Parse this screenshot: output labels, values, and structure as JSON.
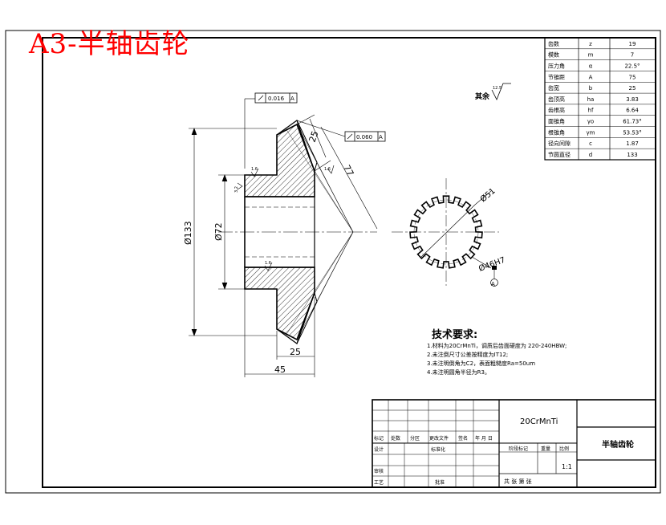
{
  "title": "A3-半轴齿轮",
  "params_table": [
    {
      "name": "齿数",
      "symbol": "z",
      "value": "19"
    },
    {
      "name": "模数",
      "symbol": "m",
      "value": "7"
    },
    {
      "name": "压力角",
      "symbol": "α",
      "value": "22.5°"
    },
    {
      "name": "节锥距",
      "symbol": "A",
      "value": "75"
    },
    {
      "name": "齿宽",
      "symbol": "b",
      "value": "25"
    },
    {
      "name": "齿顶高",
      "symbol": "ha",
      "value": "3.83"
    },
    {
      "name": "齿根高",
      "symbol": "hf",
      "value": "6.64"
    },
    {
      "name": "面锥角",
      "symbol": "γo",
      "value": "61.73°"
    },
    {
      "name": "根锥角",
      "symbol": "γm",
      "value": "53.53°"
    },
    {
      "name": "径向间隙",
      "symbol": "c",
      "value": "1.87"
    },
    {
      "name": "节圆直径",
      "symbol": "d",
      "value": "133"
    }
  ],
  "roughness_note": {
    "label": "其余",
    "value": "12.5"
  },
  "tolerances": {
    "runout_1": "0.016",
    "runout_1_ref": "A",
    "runout_2": "0.060",
    "runout_2_ref": "A"
  },
  "dimensions": {
    "d133": "Ø133",
    "d72": "Ø72",
    "d25_width": "25",
    "d45": "45",
    "face_25": "25",
    "cone_77": "77",
    "spline_d51": "Ø51",
    "spline_d46": "Ø46H7",
    "datum": "A",
    "roughness_small_1": "1.6",
    "roughness_small_2": "3.2",
    "roughness_small_3": "1.6",
    "roughness_small_4": "1.6"
  },
  "requirements": {
    "heading": "技术要求:",
    "items": [
      "1.材料为20CrMnTi，调质后齿面硬度为 220-240HBW;",
      "2.未注倒尺寸公差按精度为IT12;",
      "3.未注明倒角为C2，表面粗糙度Ra=50um",
      "4.未注明圆角半径为R3。"
    ]
  },
  "title_block": {
    "material": "20CrMnTi",
    "part_name": "半轴齿轮",
    "scale": "1:1",
    "col_mark": "标记",
    "col_count": "处数",
    "col_zone": "分区",
    "col_doc": "更改文件",
    "col_sign": "签名",
    "col_date": "年 月 日",
    "design": "设计",
    "standardize": "标准化",
    "review": "审核",
    "process": "工艺",
    "approve": "批准",
    "stage_mark": "阶段标记",
    "weight": "重量",
    "ratio": "比例",
    "sheets": "共   张   第   张"
  }
}
